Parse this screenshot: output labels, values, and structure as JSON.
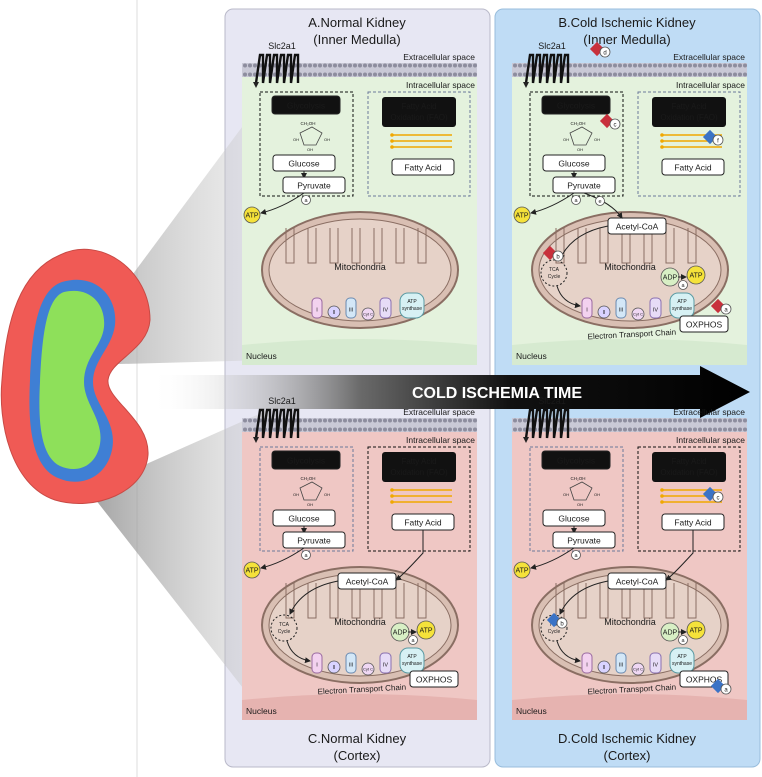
{
  "arrow_label": "COLD ISCHEMIA TIME",
  "colors": {
    "normal_bg": "#e7e7f3",
    "ischemic_bg": "#bfdcf5",
    "medulla_cell": "#e4f2dd",
    "cortex_cell": "#efc7c4",
    "kidney_cortex": "#f05a55",
    "kidney_border": "#3f7fd4",
    "kidney_medulla": "#8ee05a",
    "mito_fill": "#d9bfb3",
    "mito_border": "#8a6e63",
    "atp": "#f5e23a",
    "adp": "#d8efc5",
    "red_mark": "#c8303c",
    "blue_mark": "#3b73c6"
  },
  "panels": {
    "A": {
      "title": "A.Normal Kidney",
      "subtitle": "(Inner Medulla)"
    },
    "B": {
      "title": "B.Cold Ischemic Kidney",
      "subtitle": "(Inner Medulla)"
    },
    "C": {
      "title": "C.Normal Kidney",
      "subtitle": "(Cortex)"
    },
    "D": {
      "title": "D.Cold Ischemic Kidney",
      "subtitle": "(Cortex)"
    }
  },
  "labels": {
    "transporter": "Slc2a1",
    "extracellular": "Extracellular space",
    "intracellular": "Intracellular space",
    "glycolysis": "Glycolysis",
    "fao_line1": "Fatty Acid",
    "fao_line2": "Oxidation (FAO)",
    "glucose": "Glucose",
    "pyruvate": "Pyruvate",
    "fatty_acid": "Fatty Acid",
    "mitochondria": "Mitochondria",
    "acetyl_coa": "Acetyl-CoA",
    "tca_line1": "TCA",
    "tca_line2": "Cycle",
    "atp": "ATP",
    "adp": "ADP",
    "atp_synthase_line1": "ATP",
    "atp_synthase_line2": "synthase",
    "oxphos": "OXPHOS",
    "etc": "Electron Transport Chain",
    "nucleus": "Nucleus",
    "complex_1": "I",
    "complex_2": "II",
    "complex_3": "III",
    "cyt_c": "Cyt C",
    "complex_4": "IV",
    "ch2oh": "CH₂OH",
    "oh": "OH"
  },
  "markers": {
    "a": "a",
    "b": "b",
    "c": "c",
    "d": "d",
    "e": "e",
    "f": "f"
  }
}
